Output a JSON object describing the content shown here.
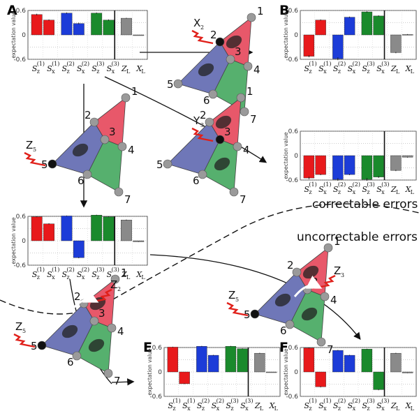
{
  "labels": {
    "correctable": "correctable errors",
    "uncorrectable": "uncorrectable errors",
    "y_axis": "expectation value"
  },
  "colors": {
    "red": "#e8191b",
    "blue": "#1c3cd8",
    "green": "#1a8a2c",
    "gray": "#8a8a8a",
    "tri_red": "#e8586a",
    "tri_blue": "#6f77b8",
    "tri_green": "#56b06e",
    "error_arrow": "#e0201a"
  },
  "x_groups": [
    {
      "sym": "S",
      "sub": "z",
      "sup": "(1)"
    },
    {
      "sym": "S",
      "sub": "x",
      "sup": "(1)"
    },
    {
      "sym": "S",
      "sub": "z",
      "sup": "(2)"
    },
    {
      "sym": "S",
      "sub": "x",
      "sup": "(2)"
    },
    {
      "sym": "S",
      "sub": "z",
      "sup": "(3)"
    },
    {
      "sym": "S",
      "sub": "x",
      "sup": "(3)"
    },
    {
      "sym": "Z",
      "sub": "L",
      "sup": ""
    },
    {
      "sym": "X",
      "sub": "L",
      "sup": ""
    }
  ],
  "charts": [
    {
      "id": "A",
      "letter": "A",
      "bars": [
        [
          0.48,
          0.52
        ],
        [
          0.35,
          0.38
        ],
        [
          0.52,
          0.55
        ],
        [
          0.26,
          0.3
        ],
        [
          0.52,
          0.55
        ],
        [
          0.35,
          0.38
        ],
        [
          0.4,
          0.42
        ],
        [
          0.0,
          0.0
        ]
      ],
      "ticks": [
        "0.6",
        "0",
        "-0.6"
      ]
    },
    {
      "id": "B",
      "letter": "B",
      "bars": [
        [
          -0.55,
          -0.5
        ],
        [
          0.35,
          0.38
        ],
        [
          -0.62,
          -0.55
        ],
        [
          0.42,
          0.45
        ],
        [
          0.55,
          0.58
        ],
        [
          0.45,
          0.48
        ],
        [
          -0.45,
          -0.42
        ],
        [
          0.0,
          0.02
        ]
      ],
      "ticks": [
        "0.6",
        "0",
        "-0.6"
      ]
    },
    {
      "id": "C",
      "letter": "",
      "bars": [
        [
          -0.58,
          -0.52
        ],
        [
          -0.48,
          -0.45
        ],
        [
          -0.62,
          -0.55
        ],
        [
          -0.48,
          -0.45
        ],
        [
          -0.62,
          -0.55
        ],
        [
          -0.55,
          -0.5
        ],
        [
          -0.38,
          -0.35
        ],
        [
          -0.05,
          -0.03
        ]
      ],
      "ticks": [
        "0.6",
        "0",
        "-0.6"
      ]
    },
    {
      "id": "D",
      "letter": "",
      "bars": [
        [
          0.58,
          0.6
        ],
        [
          0.4,
          0.43
        ],
        [
          0.6,
          0.62
        ],
        [
          -0.43,
          -0.4
        ],
        [
          0.62,
          0.64
        ],
        [
          0.58,
          0.6
        ],
        [
          0.5,
          0.52
        ],
        [
          -0.03,
          -0.02
        ]
      ],
      "ticks": [
        "0.6",
        "0",
        "-0.6"
      ]
    },
    {
      "id": "E",
      "letter": "E",
      "bars": [
        [
          0.6,
          0.62
        ],
        [
          -0.3,
          -0.28
        ],
        [
          0.62,
          0.64
        ],
        [
          0.4,
          0.42
        ],
        [
          0.62,
          0.64
        ],
        [
          0.56,
          0.58
        ],
        [
          0.45,
          0.47
        ],
        [
          0.0,
          0.0
        ]
      ],
      "ticks": [
        "0.6",
        "0",
        "-0.6"
      ]
    },
    {
      "id": "F",
      "letter": "F",
      "bars": [
        [
          0.58,
          0.6
        ],
        [
          -0.38,
          -0.35
        ],
        [
          0.52,
          0.54
        ],
        [
          0.4,
          0.42
        ],
        [
          0.55,
          0.57
        ],
        [
          -0.45,
          -0.42
        ],
        [
          0.45,
          0.47
        ],
        [
          -0.03,
          -0.02
        ]
      ],
      "ticks": [
        "0.6",
        "0",
        "-0.6"
      ]
    }
  ],
  "triangles": [
    {
      "id": "t1",
      "error": "X",
      "error_sub": "2",
      "err_qubit": "2",
      "dark": [
        "red",
        "blue"
      ]
    },
    {
      "id": "t2",
      "error": "Z",
      "error_sub": "5",
      "err_qubit": "5",
      "dark": [
        "blue"
      ]
    },
    {
      "id": "t3",
      "error": "Y",
      "error_sub": "3",
      "err_qubit": "3",
      "dark": [
        "red",
        "green"
      ]
    },
    {
      "id": "t4",
      "error": "Z",
      "error_sub": "5",
      "error2": "Z",
      "error2_sub": "3",
      "err_qubit": "5",
      "dark": [
        "red",
        "blue",
        "green"
      ]
    },
    {
      "id": "t5",
      "error": "Z",
      "error_sub": "5",
      "error2": "Z",
      "error2_sub": "2",
      "err_qubit": "5",
      "dark": [
        "red",
        "blue",
        "green"
      ]
    }
  ],
  "qubit_numbers": [
    "1",
    "2",
    "3",
    "4",
    "5",
    "6",
    "7"
  ]
}
